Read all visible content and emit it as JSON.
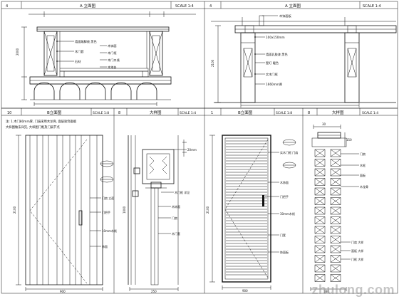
{
  "title_bars": {
    "top_left": {
      "num": "4",
      "name": "A 立面图",
      "scale": "SCALE 1:4"
    },
    "top_right": {
      "num": "4",
      "name": "A 立面图",
      "scale": "SCALE 1:4"
    },
    "bot_1": {
      "num": "10",
      "name": "B立面图",
      "scale": "SCALE 1:8"
    },
    "bot_2": {
      "num": "8",
      "name": "大样图",
      "scale": "SCALE 1:4"
    },
    "bot_3": {
      "num": "1",
      "name": "B立面图",
      "scale": "SCALE 1:8"
    },
    "bot_4": {
      "num": "8",
      "name": "大样图",
      "scale": "SCALE 1:4"
    }
  },
  "notes": {
    "line1": "注: 1.木门80mm厚, 门扇采用木龙骨, 面层贴饰面板",
    "line2": "大样图做法详见, 大样图门框及门扇节点"
  },
  "callouts": {
    "a1": "墙面踢脚线 黑色",
    "a2": "木门套",
    "a3": "石材",
    "a4": "木饰面",
    "a5": "木门框",
    "a6": "木门口线",
    "a7": "木地台",
    "b1": "木饰面板",
    "b2": "100x150mm",
    "b3": "墙面乳胶漆 黑色",
    "b4": "壁灯 暖色",
    "b5": "实木门框",
    "b6": "1660mm厚",
    "c1": "门扇 立面",
    "c2": "门把手",
    "c3": "10mm木线",
    "c4": "饰面",
    "d1": "20mm",
    "d2": "木门框 详见",
    "d3": "木饰面",
    "d4": "门扇",
    "d5": "木门套",
    "e1": "实木门框 门扇",
    "e2": "木饰面",
    "e3": "门把手",
    "e4": "30mm木线",
    "e5": "门套",
    "e6": "饰面板",
    "f1": "门扇",
    "f2": "木框",
    "f3": "面板",
    "f4": "木龙骨",
    "f5": "门扇 大样",
    "f6": "面板 大样",
    "f7": "门框 大样"
  },
  "dims": {
    "h1": "150",
    "h2": "2000",
    "h3": "2100",
    "h4": "900",
    "h5": "1000",
    "h6": "250",
    "h7": "180",
    "h8": "30"
  },
  "watermark": "zhulong.com"
}
